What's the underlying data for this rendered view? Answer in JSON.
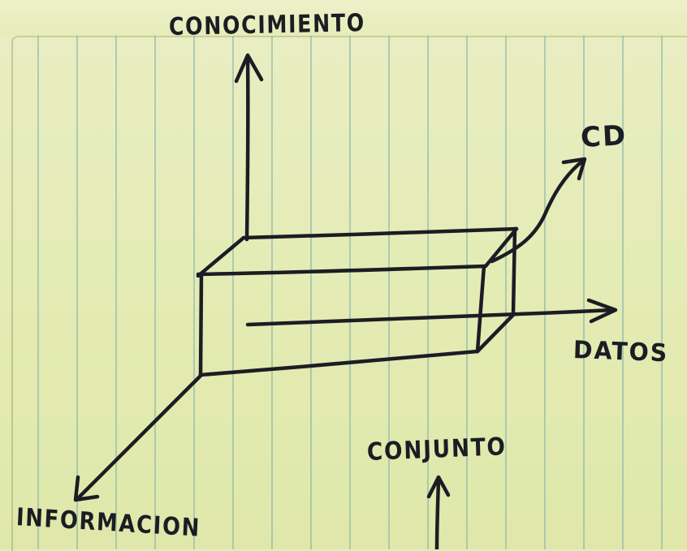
{
  "labels": {
    "conocimiento": "CONOCIMIENTO",
    "cd": "CD",
    "datos": "DATOS",
    "informacion": "INFORMACION",
    "conjunto": "CONJUNTO"
  },
  "colors": {
    "paper": "#e6ecb8",
    "ruling": "#7dafaa",
    "ink": "#1c1c24"
  }
}
